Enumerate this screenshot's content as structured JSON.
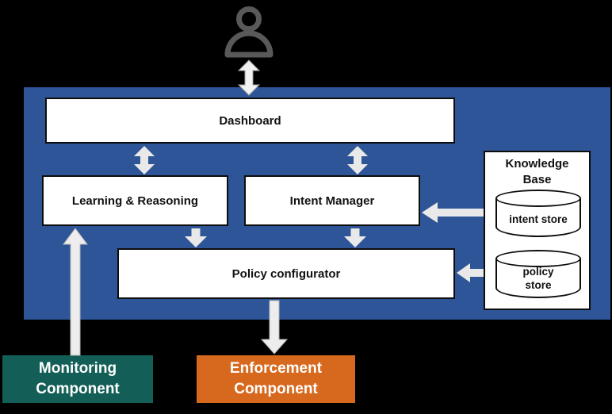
{
  "background_color": "#000000",
  "system_panel": {
    "color": "#2E5597"
  },
  "nodes": {
    "dashboard": {
      "label": "Dashboard"
    },
    "learning_reasoning": {
      "label": "Learning & Reasoning"
    },
    "intent_manager": {
      "label": "Intent Manager"
    },
    "policy_configurator": {
      "label": "Policy configurator"
    },
    "knowledge_base": {
      "title": "Knowledge Base",
      "stores": {
        "intent": {
          "label": "intent store"
        },
        "policy": {
          "label": "policy store"
        }
      }
    },
    "monitoring": {
      "label": "Monitoring Component",
      "color": "#135F57"
    },
    "enforcement": {
      "label": "Enforcement Component",
      "color": "#D7691E"
    }
  },
  "icons": {
    "user": "person-icon"
  },
  "edges": [
    {
      "from": "user",
      "to": "dashboard",
      "type": "bidirectional"
    },
    {
      "from": "dashboard",
      "to": "learning_reasoning",
      "type": "bidirectional"
    },
    {
      "from": "dashboard",
      "to": "intent_manager",
      "type": "bidirectional"
    },
    {
      "from": "learning_reasoning",
      "to": "policy_configurator",
      "type": "directed"
    },
    {
      "from": "intent_manager",
      "to": "policy_configurator",
      "type": "directed"
    },
    {
      "from": "policy_configurator",
      "to": "enforcement",
      "type": "directed"
    },
    {
      "from": "monitoring",
      "to": "learning_reasoning",
      "type": "directed"
    },
    {
      "from": "intent_store",
      "to": "intent_manager",
      "type": "directed"
    },
    {
      "from": "policy_store",
      "to": "policy_configurator",
      "type": "directed"
    }
  ],
  "styles": {
    "arrow_color": "#E9E9E9",
    "person_icon_color": "#595959"
  }
}
